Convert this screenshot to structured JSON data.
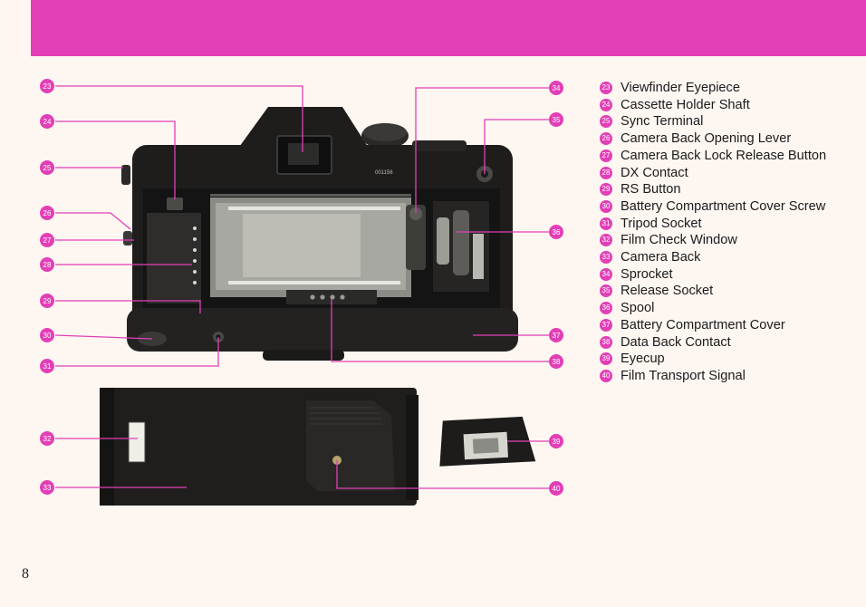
{
  "page_number": "8",
  "colors": {
    "accent": "#e23fb6",
    "camera": "#1e1d1c",
    "background": "#fdf6f1"
  },
  "camera_serial": "001156",
  "callouts": [
    {
      "num": "23",
      "label": "Viewfinder Eyepiece"
    },
    {
      "num": "24",
      "label": "Cassette Holder Shaft"
    },
    {
      "num": "25",
      "label": "Sync Terminal"
    },
    {
      "num": "26",
      "label": "Camera Back Opening Lever"
    },
    {
      "num": "27",
      "label": "Camera Back Lock Release Button"
    },
    {
      "num": "28",
      "label": "DX Contact"
    },
    {
      "num": "29",
      "label": "RS Button"
    },
    {
      "num": "30",
      "label": "Battery Compartment Cover Screw"
    },
    {
      "num": "31",
      "label": "Tripod Socket"
    },
    {
      "num": "32",
      "label": "Film Check Window"
    },
    {
      "num": "33",
      "label": "Camera Back"
    },
    {
      "num": "34",
      "label": "Sprocket"
    },
    {
      "num": "35",
      "label": "Release Socket"
    },
    {
      "num": "36",
      "label": "Spool"
    },
    {
      "num": "37",
      "label": "Battery Compartment Cover"
    },
    {
      "num": "38",
      "label": "Data Back Contact"
    },
    {
      "num": "39",
      "label": "Eyecup"
    },
    {
      "num": "40",
      "label": "Film Transport Signal"
    }
  ]
}
